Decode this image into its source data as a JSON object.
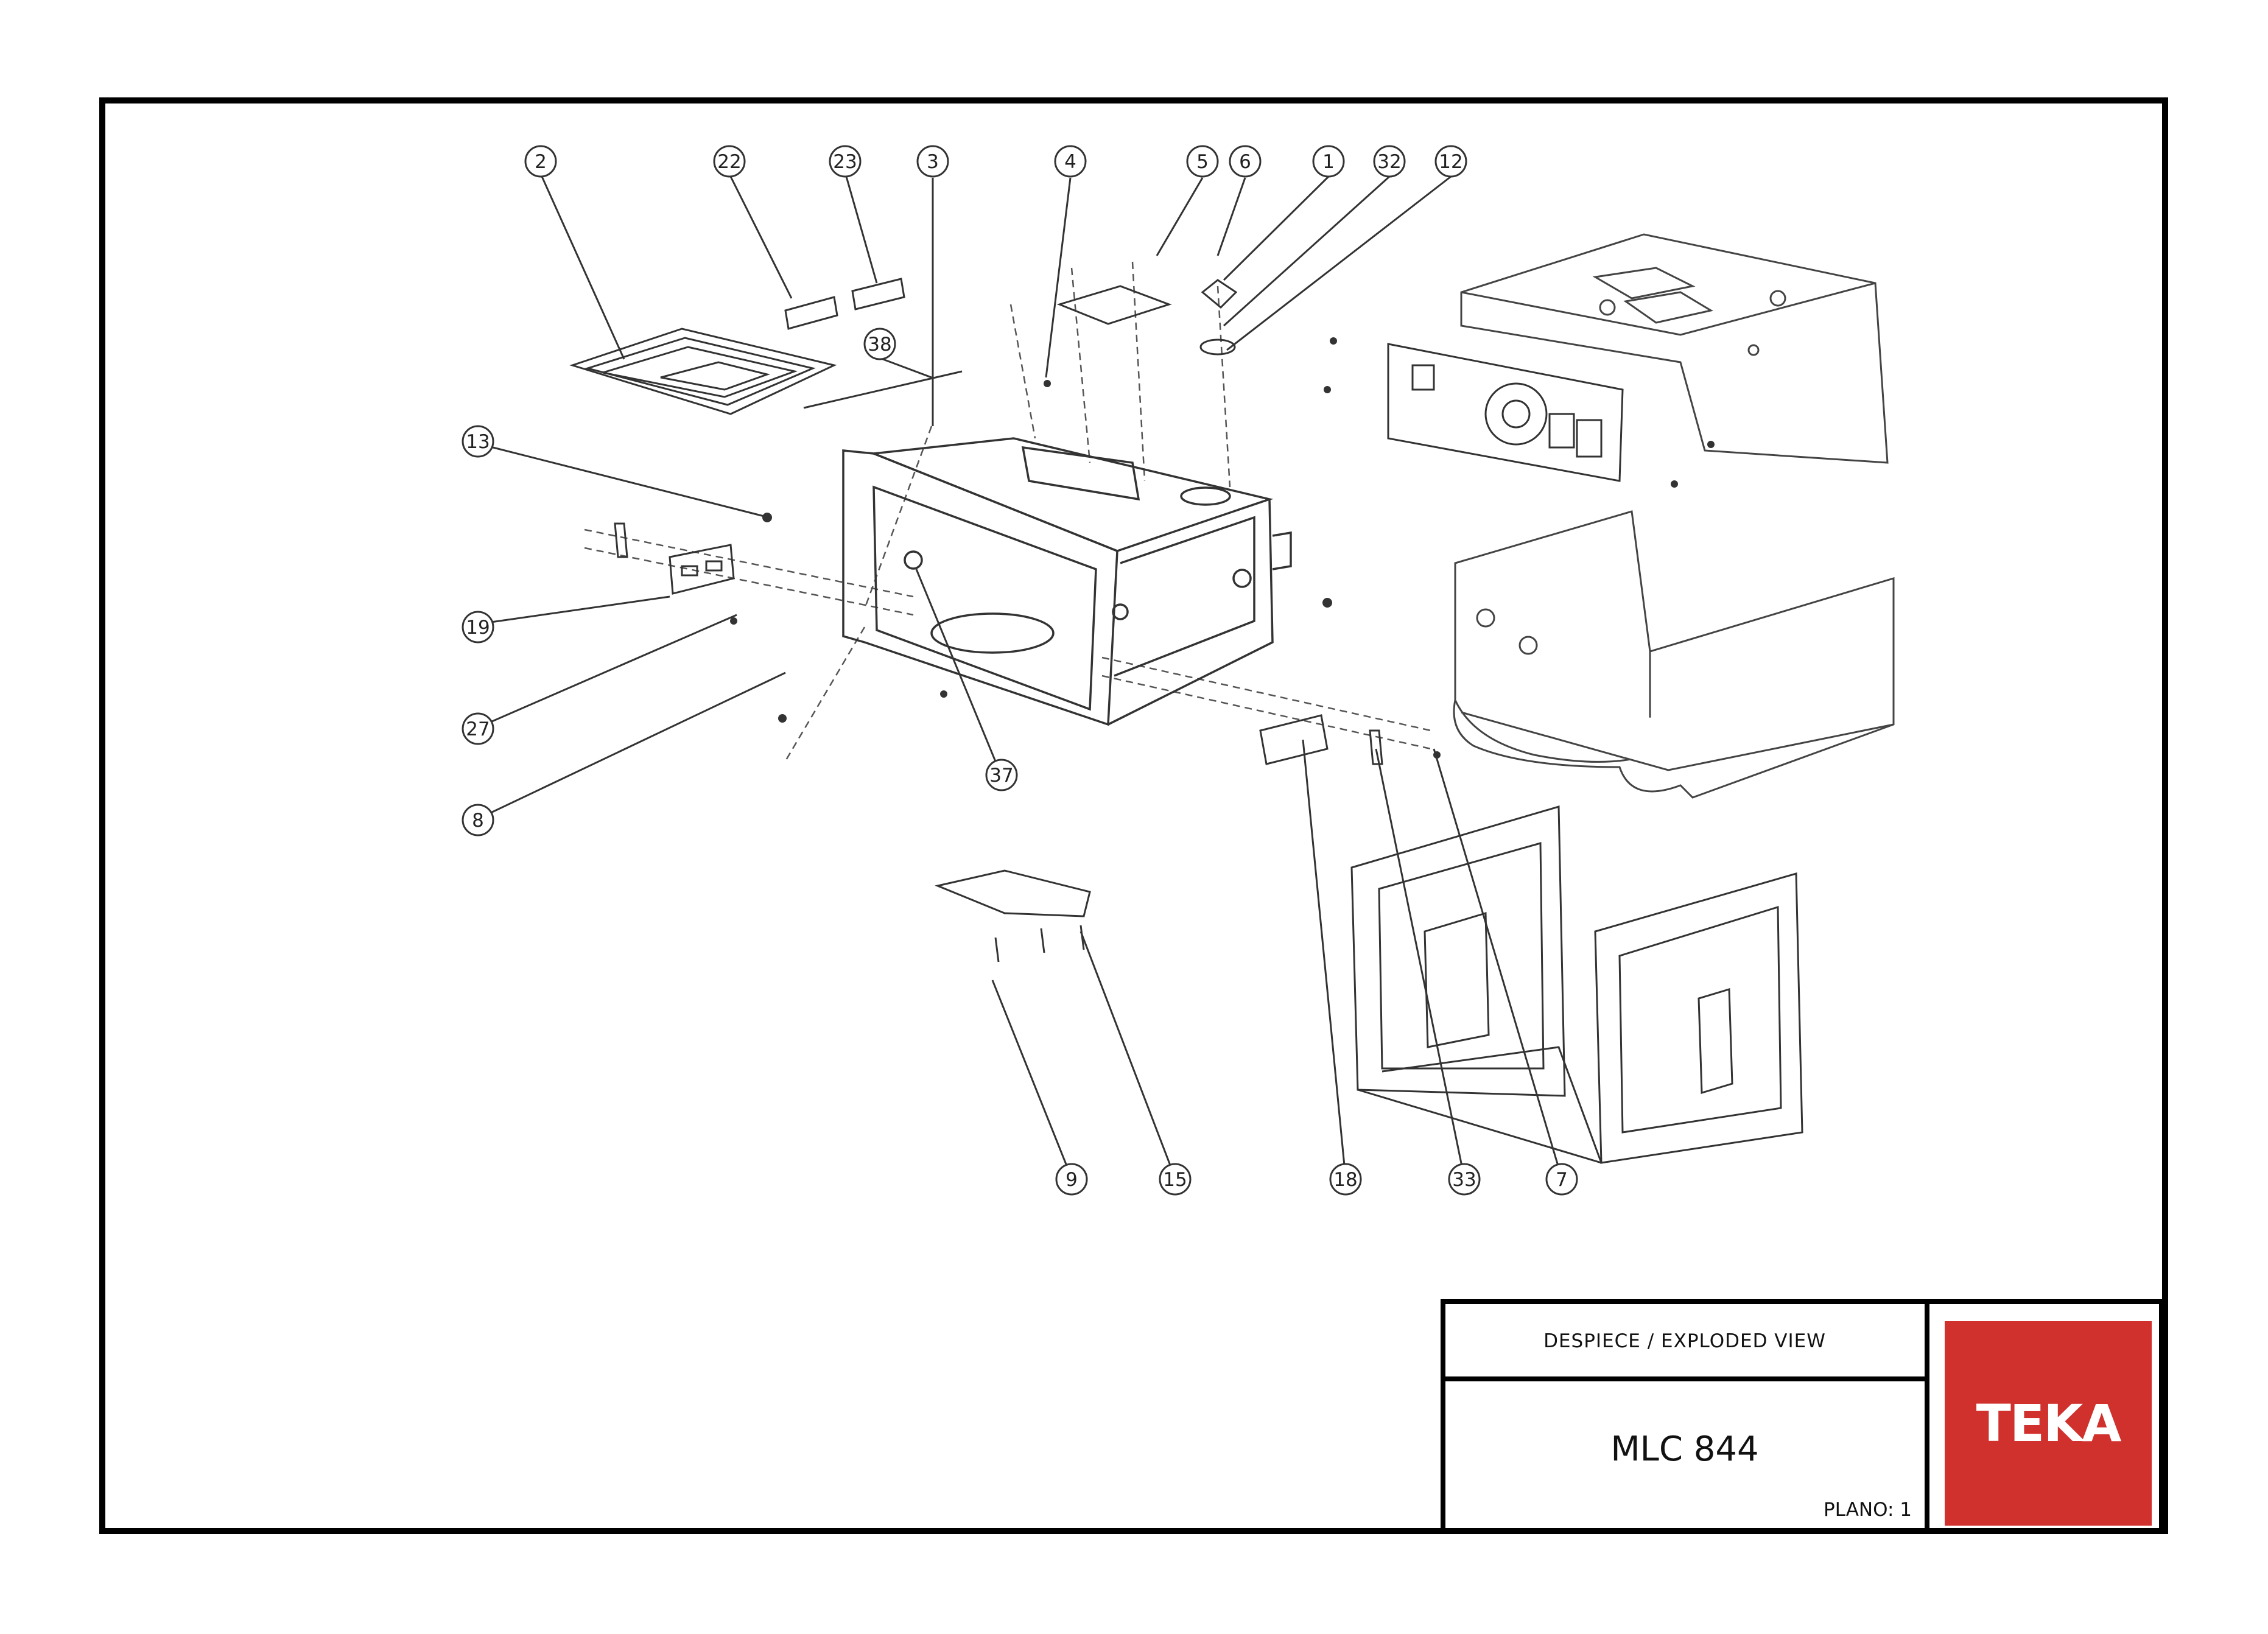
{
  "title_block": {
    "title": "DESPIECE / EXPLODED VIEW",
    "model": "MLC 844",
    "plano": "PLANO: 1",
    "logo": "TEKA",
    "logo_color": "#d0312d"
  },
  "callouts": [
    "2",
    "22",
    "23",
    "3",
    "4",
    "5",
    "6",
    "1",
    "32",
    "12",
    "38",
    "13",
    "19",
    "27",
    "8",
    "37",
    "9",
    "15",
    "18",
    "33",
    "7"
  ]
}
